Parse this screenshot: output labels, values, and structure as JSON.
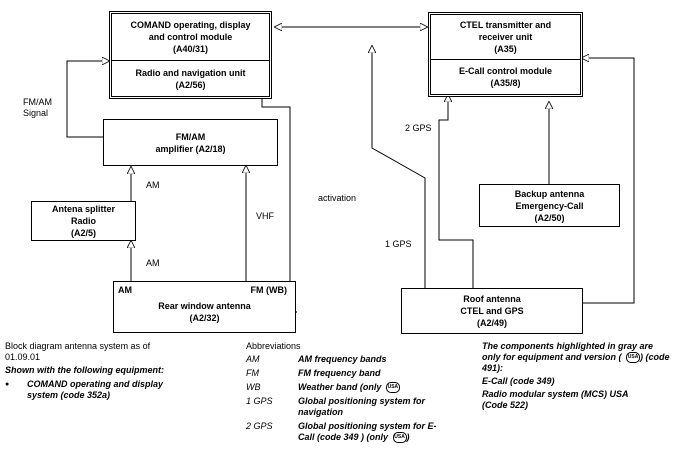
{
  "boxes": {
    "comand_title": "COMAND operating, display",
    "comand_title2": "and control module",
    "comand_code": "(A40/31)",
    "radio_title": "Radio and navigation unit",
    "radio_code": "(A2/56)",
    "ctel_title": "CTEL transmitter and",
    "ctel_title2": "receiver unit",
    "ctel_code": "(A35)",
    "ecall_title": "E-Call control module",
    "ecall_code": "(A35/8)",
    "amp_title": "FM/AM",
    "amp_title2": "amplifier (A2/18)",
    "splitter_title": "Antena splitter",
    "splitter_title2": "Radio",
    "splitter_code": "(A2/5)",
    "rear_am": "AM",
    "rear_fm": "FM (WB)",
    "rear_title": "Rear window antenna",
    "rear_code": "(A2/32)",
    "backup_title": "Backup antenna",
    "backup_title2": "Emergency-Call",
    "backup_code": "(A2/50)",
    "roof_title": "Roof antenna",
    "roof_title2": "CTEL and GPS",
    "roof_code": "(A2/49)"
  },
  "connection_labels": {
    "fm_am_signal": "FM/AM",
    "fm_am_signal2": "Signal",
    "am_upper": "AM",
    "am_lower": "AM",
    "vhf": "VHF",
    "activation": "activation",
    "two_gps": "2 GPS",
    "one_gps": "1 GPS"
  },
  "footer": {
    "title1": "Block diagram antenna system as of",
    "title2": "01.09.01",
    "shown_with": "Shown with the following equipment:",
    "equip1": "COMAND operating and display",
    "equip2": "system (code 352a)",
    "abbr_heading": "Abbreviations",
    "abbreviations": [
      {
        "abbr": "AM",
        "def": "AM frequency bands"
      },
      {
        "abbr": "FM",
        "def": "FM frequency band"
      },
      {
        "abbr": "WB",
        "def": "Weather band (only"
      },
      {
        "abbr": "1 GPS",
        "def": "Global positioning system for navigation"
      },
      {
        "abbr": "2 GPS",
        "def": "Global positioning system for E-Call  (code  349 ) (only"
      }
    ],
    "note1": "The components highlighted in gray are",
    "note2": "only for equipment and version (",
    "note2b": ") (code",
    "note3": "491):",
    "note4": "E-Call  (code 349)",
    "note5": "Radio modular system (MCS) USA",
    "note6": "(Code 522)",
    "usa_badge": "USA",
    "bullet": "●"
  }
}
